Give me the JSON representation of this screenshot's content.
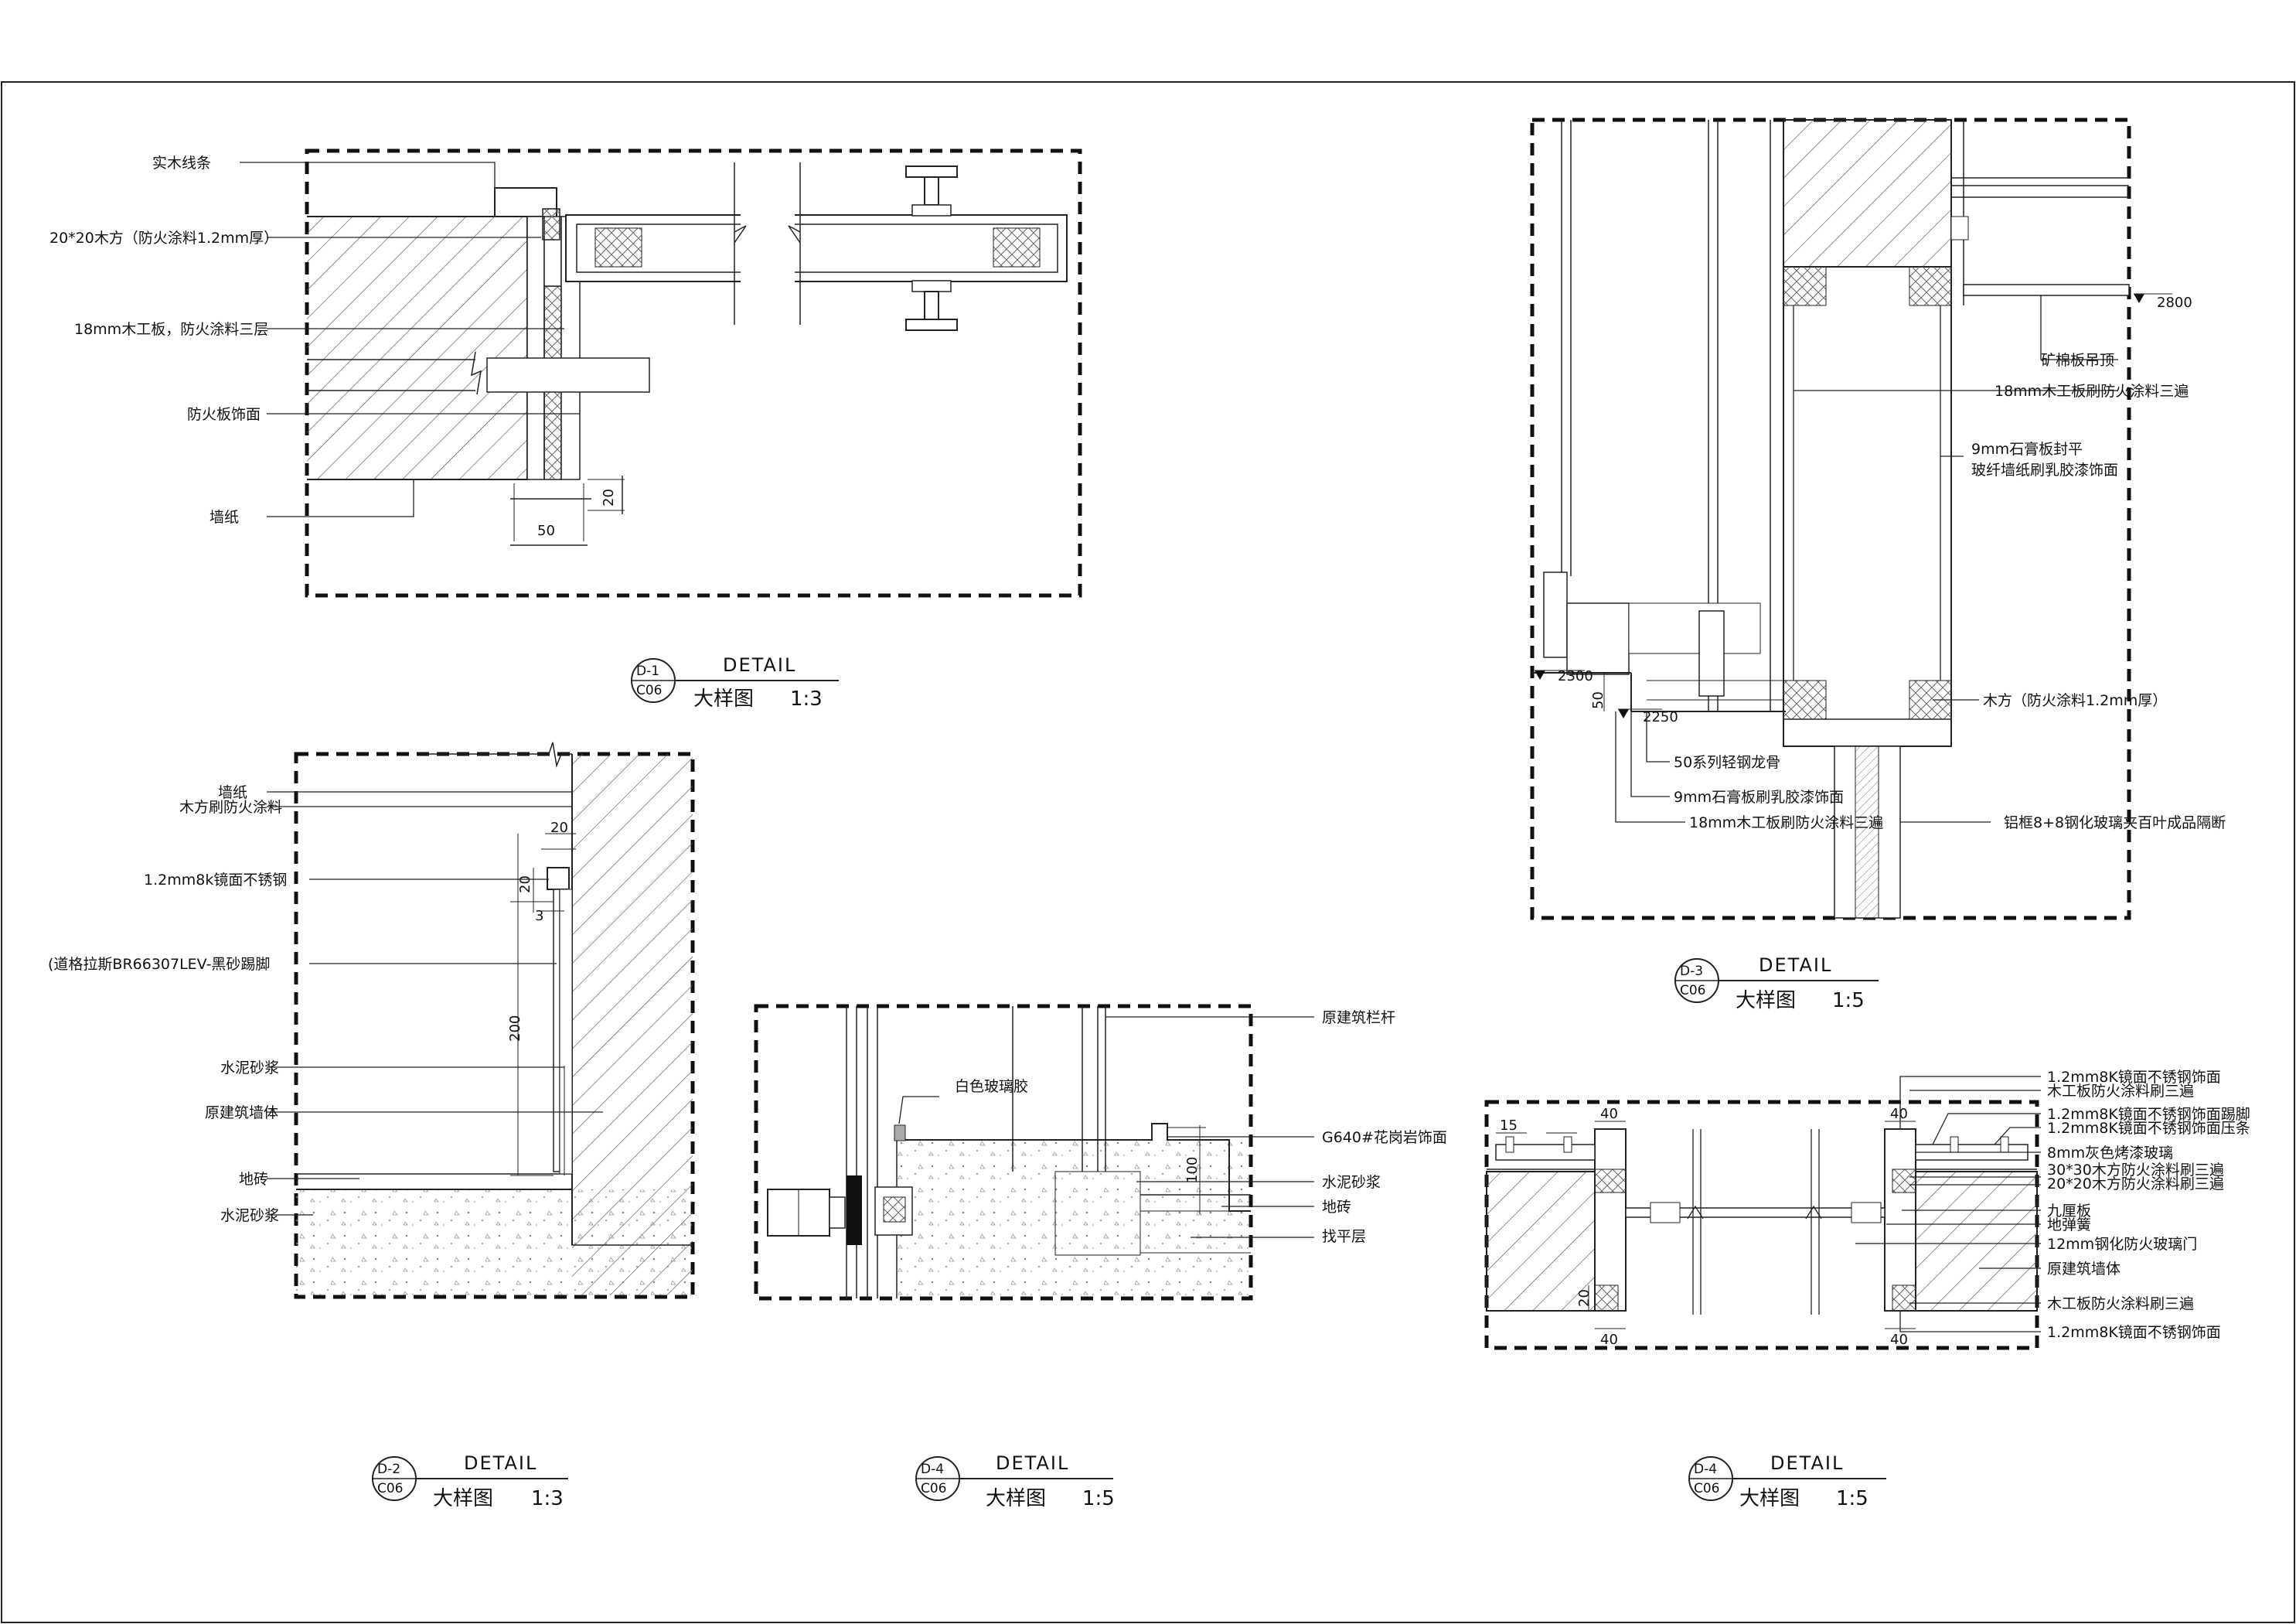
{
  "details": [
    {
      "tag_top": "D-1",
      "tag_bottom": "C06",
      "heading": "DETAIL",
      "name": "大样图",
      "scale": "1:3",
      "labels": [
        "实木线条",
        "20*20木方（防火涂料1.2mm厚）",
        "18mm木工板，防火涂料三层",
        "防火板饰面",
        "墙纸"
      ],
      "dims": [
        "20",
        "50"
      ]
    },
    {
      "tag_top": "D-2",
      "tag_bottom": "C06",
      "heading": "DETAIL",
      "name": "大样图",
      "scale": "1:3",
      "labels": [
        "墙纸",
        "木方刷防火涂料",
        "1.2mm8k镜面不锈钢",
        "(道格拉斯BR66307LEV-黑砂踢脚",
        "水泥砂浆",
        "原建筑墙体",
        "地砖",
        "水泥砂浆"
      ],
      "dims": [
        "20",
        "20",
        "3",
        "200"
      ]
    },
    {
      "tag_top": "D-3",
      "tag_bottom": "C06",
      "heading": "DETAIL",
      "name": "大样图",
      "scale": "1:5",
      "labels": [
        "矿棉板吊顶",
        "18mm木工板刷防火涂料三遍",
        "9mm石膏板封平",
        "玻纤墙纸刷乳胶漆饰面",
        "木方（防火涂料1.2mm厚）",
        "50系列轻钢龙骨",
        "9mm石膏板刷乳胶漆饰面",
        "18mm木工板刷防火涂料三遍",
        "铝框8+8钢化玻璃夹百叶成品隔断"
      ],
      "dims": [
        "2800",
        "2300",
        "2250",
        "50"
      ]
    },
    {
      "tag_top": "D-4",
      "tag_bottom": "C06",
      "heading": "DETAIL",
      "name": "大样图",
      "scale": "1:5",
      "labels": [
        "原建筑栏杆",
        "白色玻璃胶",
        "G640#花岗岩饰面",
        "水泥砂浆",
        "地砖",
        "找平层"
      ],
      "dims": [
        "100"
      ]
    },
    {
      "tag_top": "D-4",
      "tag_bottom": "C06",
      "heading": "DETAIL",
      "name": "大样图",
      "scale": "1:5",
      "labels": [
        "1.2mm8K镜面不锈钢饰面",
        "木工板防火涂料刷三遍",
        "1.2mm8K镜面不锈钢饰面踢脚",
        "1.2mm8K镜面不锈钢饰面压条",
        "8mm灰色烤漆玻璃",
        "30*30木方防火涂料刷三遍",
        "20*20木方防火涂料刷三遍",
        "九厘板",
        "地弹簧",
        "12mm钢化防火玻璃门",
        "原建筑墙体",
        "木工板防火涂料刷三遍",
        "1.2mm8K镜面不锈钢饰面"
      ],
      "dims": [
        "40",
        "15",
        "40",
        "40",
        "20",
        "40"
      ]
    }
  ]
}
